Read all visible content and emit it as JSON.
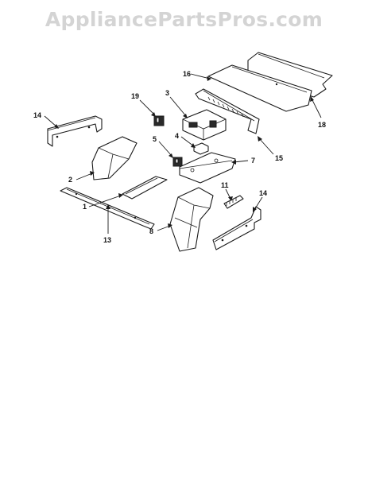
{
  "watermark": "AppliancePartsPros.com",
  "callouts": {
    "c1": "1",
    "c2": "2",
    "c3": "3",
    "c4": "4",
    "c5": "5",
    "c7": "7",
    "c8": "8",
    "c11": "11",
    "c13": "13",
    "c14a": "14",
    "c14b": "14",
    "c15": "15",
    "c16": "16",
    "c18": "18",
    "c19": "19"
  }
}
